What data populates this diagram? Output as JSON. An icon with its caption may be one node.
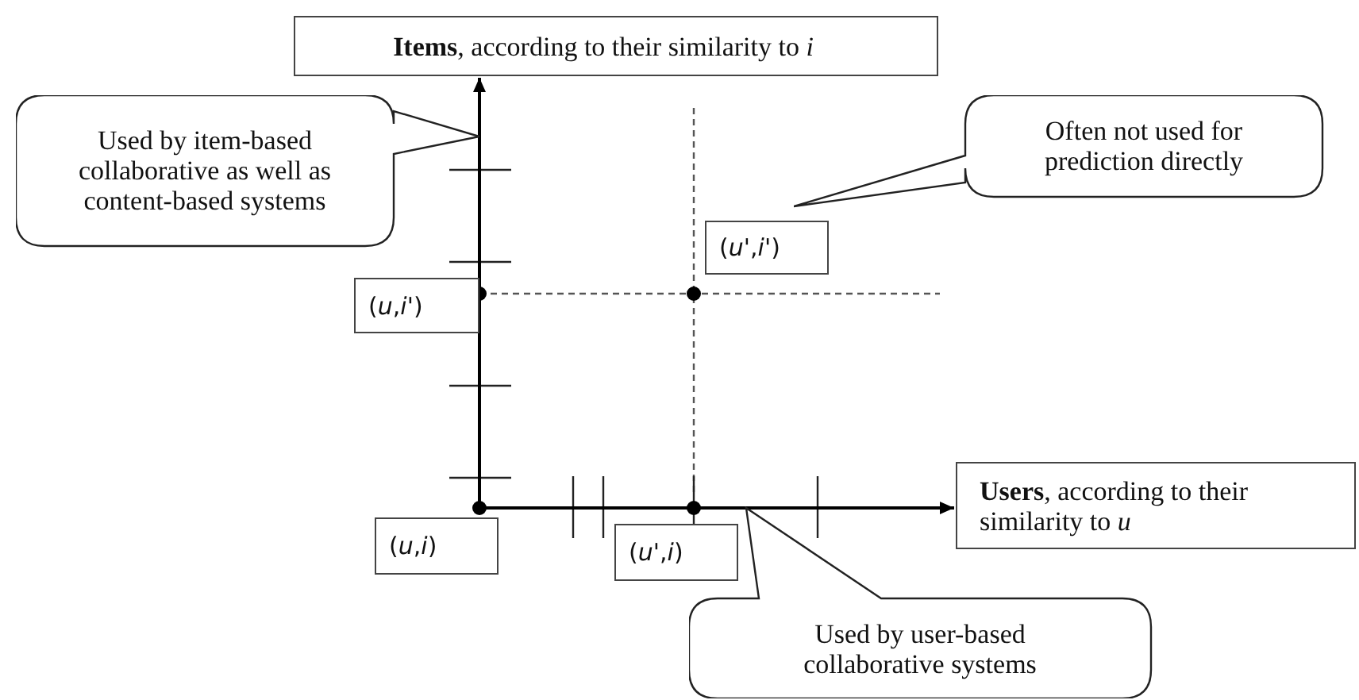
{
  "diagram": {
    "nodes": [
      {
        "text": [
          "**Items**, according to their similarity to *i*"
        ]
      },
      {
        "text": [
          "Used by item-based collaborative as well as content-based systems"
        ]
      },
      {
        "text": [
          "Often not used for prediction directly"
        ]
      },
      {
        "text": [
          "(*u'*,*i'*)"
        ]
      },
      {
        "text": [
          "(*u*,*i'*)"
        ]
      },
      {
        "text": [
          "**Users**, according to their similarity to *u*"
        ]
      },
      {
        "text": [
          "(*u*,*i*)"
        ]
      },
      {
        "text": [
          "(*u'*,*i*)"
        ]
      },
      {
        "text": [
          "Used by user-based collaborative systems"
        ]
      },
      {
        "text": [],
        "shape": "circle"
      }
    ],
    "edges": [
      {
        "from": 9,
        "to": 0,
        "arrow": "to"
      },
      {
        "from": 9,
        "to": 5,
        "arrow": "to"
      }
    ]
  }
}
